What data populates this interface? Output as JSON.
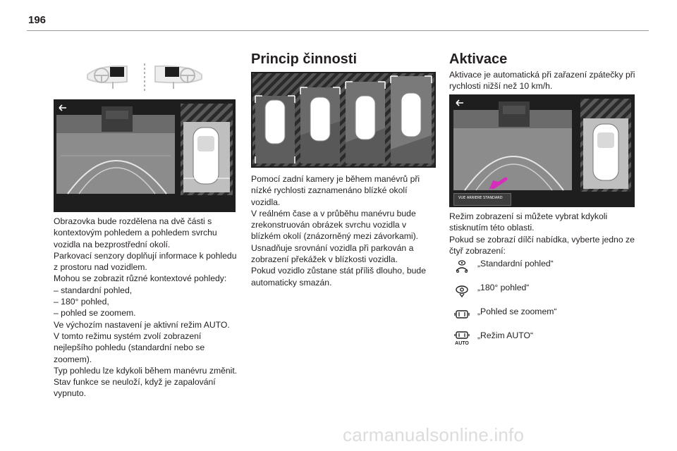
{
  "page": {
    "number": "196"
  },
  "left_column": {
    "paragraphs": [
      "Obrazovka bude rozdělena na dvě části s kontextovým pohledem a pohledem svrchu vozidla na bezprostřední okolí.",
      "Parkovací senzory doplňují informace k pohledu z prostoru nad vozidlem.",
      "Mohou se zobrazit různé kontextové pohledy:",
      "– standardní pohled,",
      "– 180° pohled,",
      "– pohled se zoomem.",
      "Ve výchozím nastavení je aktivní režim AUTO.",
      "V tomto režimu systém zvolí zobrazení nejlepšího pohledu (standardní nebo se zoomem).",
      "Typ pohledu lze kdykoli během manévru změnit.",
      "Stav funkce se neuloží, když je zapalování vypnuto."
    ]
  },
  "principle": {
    "title": "Princip činnosti",
    "paragraphs": [
      "Pomocí zadní kamery je během manévrů při nízké rychlosti zaznamenáno blízké okolí vozidla.",
      "V reálném čase a v průběhu manévru bude zrekonstruován obrázek svrchu vozidla v blízkém okolí (znázorněný mezi závorkami).",
      "Usnadňuje srovnání vozidla při parkován a zobrazení překážek v blízkosti vozidla.",
      "Pokud vozidlo zůstane stát příliš dlouho, bude automaticky smazán."
    ]
  },
  "activation": {
    "title": "Aktivace",
    "intro": "Aktivace je automatická při zařazení zpátečky při rychlosti nižší než 10 km/h.",
    "paragraphs": [
      "Režim zobrazení si můžete vybrat kdykoli stisknutím této oblasti.",
      "Pokud se zobrazí dílčí nabídka, vyberte jedno ze čtyř zobrazení:"
    ],
    "modes": [
      {
        "label": "„Standardní pohled“",
        "icon": "standard-view-icon"
      },
      {
        "label": "„180° pohled“",
        "icon": "view-180-icon"
      },
      {
        "label": "„Pohled se zoomem“",
        "icon": "zoom-view-icon"
      },
      {
        "label": "„Režim AUTO“",
        "icon": "auto-mode-icon",
        "badge": "AUTO"
      }
    ],
    "screen_button_label": "VUE ARRIERE STANDARD"
  },
  "colors": {
    "text": "#231f20",
    "screen_bg": "#1e1e1e",
    "pointer_arrow": "#d62dbb"
  },
  "watermark": "carmanualsonline.info"
}
